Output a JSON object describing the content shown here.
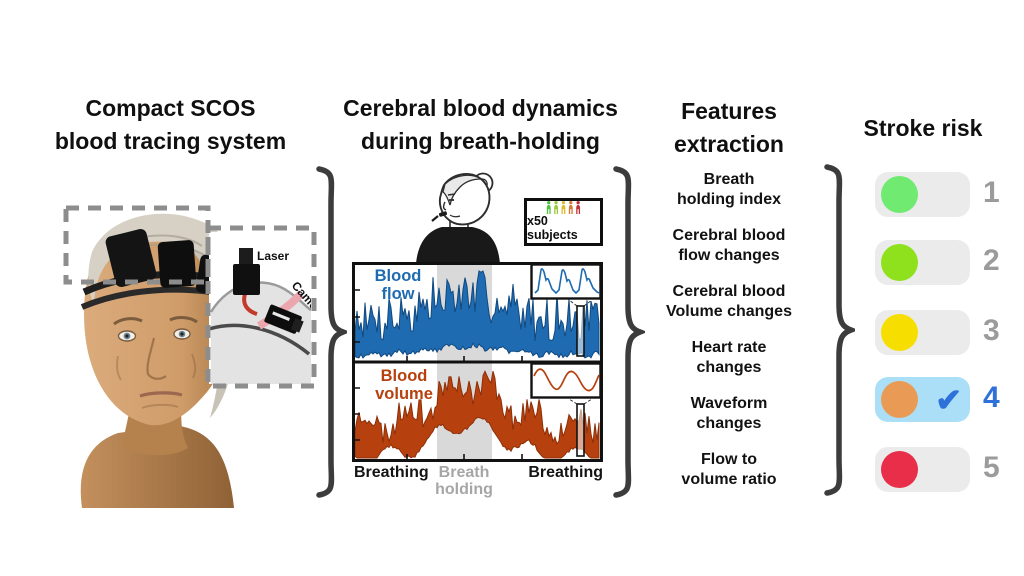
{
  "device": {
    "title": [
      "Compact SCOS",
      "blood tracing system"
    ],
    "inset_labels": {
      "laser": "Laser",
      "camera": "Camera"
    }
  },
  "dynamics": {
    "title": [
      "Cerebral blood dynamics",
      "during breath-holding"
    ],
    "subjects": {
      "label": "x50 subjects",
      "person_colors": [
        "#52c13e",
        "#9cc83a",
        "#ddbb2e",
        "#d07b35",
        "#c03038"
      ]
    },
    "flow_label": [
      "Blood",
      "flow"
    ],
    "volume_label": [
      "Blood",
      "volume"
    ],
    "flow_color": "#1e6bb2",
    "flow_dark": "#11497f",
    "volume_color": "#b7410e",
    "volume_dark": "#8c2f08",
    "phases": {
      "left": "Breathing",
      "middle": [
        "Breath",
        "holding"
      ],
      "right": "Breathing"
    }
  },
  "features": {
    "title": [
      "Features",
      "extraction"
    ],
    "items": [
      [
        "Breath",
        "holding index"
      ],
      [
        "Cerebral blood",
        "flow changes"
      ],
      [
        "Cerebral blood",
        "Volume changes"
      ],
      [
        "Heart rate",
        "changes"
      ],
      [
        "Waveform",
        "changes"
      ],
      [
        "Flow to",
        "volume ratio"
      ]
    ]
  },
  "risk": {
    "title": "Stroke risk",
    "check_glyph": "✔",
    "selected_color": "#2e71d8",
    "levels": [
      {
        "number": "1",
        "circle_color": "#70ea70",
        "pill_bg": "#ebebeb",
        "number_color": "#9b9b9b",
        "selected": false
      },
      {
        "number": "2",
        "circle_color": "#8ee11c",
        "pill_bg": "#ebebeb",
        "number_color": "#9b9b9b",
        "selected": false
      },
      {
        "number": "3",
        "circle_color": "#f6df00",
        "pill_bg": "#ebebeb",
        "number_color": "#9b9b9b",
        "selected": false
      },
      {
        "number": "4",
        "circle_color": "#e99b55",
        "pill_bg": "#abdff7",
        "number_color": "#2e71d8",
        "selected": true
      },
      {
        "number": "5",
        "circle_color": "#e82e49",
        "pill_bg": "#ebebeb",
        "number_color": "#9b9b9b",
        "selected": false
      }
    ]
  },
  "chart_data": {
    "type": "line",
    "shaded_region": "Breath holding",
    "panels": [
      {
        "label": "Blood flow",
        "color": "#1e6bb2",
        "phases": [
          "Breathing",
          "Breath holding",
          "Breathing"
        ],
        "trend": "dense pulsatile signal; baseline and amplitude rise during breath holding, then recover",
        "inset": "magnified cardiac pulse waveform"
      },
      {
        "label": "Blood volume",
        "color": "#b7410e",
        "phases": [
          "Breathing",
          "Breath holding",
          "Breathing"
        ],
        "trend": "slow oscillating signal; rises during breath holding, then recovers",
        "inset": "magnified smooth oscillation waveform"
      }
    ]
  }
}
